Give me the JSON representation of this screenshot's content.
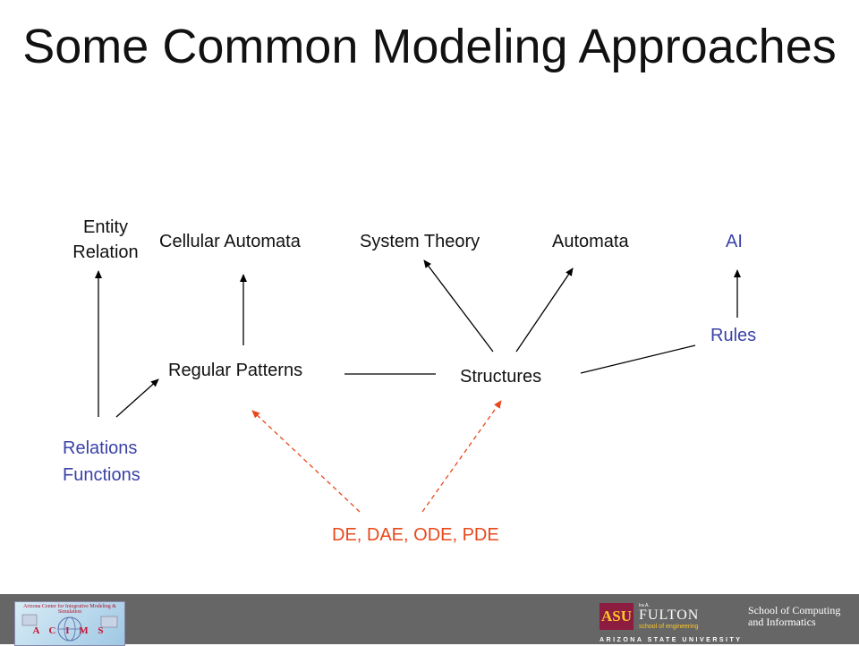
{
  "title": "Some Common Modeling Approaches",
  "nodes": {
    "entity_relation": [
      "Entity",
      "Relation"
    ],
    "cellular_automata": "Cellular Automata",
    "system_theory": "System Theory",
    "automata": "Automata",
    "ai": "AI",
    "rules": "Rules",
    "regular_patterns": "Regular Patterns",
    "structures": "Structures",
    "relations_functions": [
      "Relations",
      "Functions"
    ],
    "de_dae_ode_pde": "DE, DAE, ODE, PDE"
  },
  "colors": {
    "blue_label": "#3a42a8",
    "red_label": "#e8481b",
    "edge": "#000000",
    "dashed_edge": "#e8481b",
    "footer_bar": "#666666"
  },
  "footer": {
    "acims_logo_text": "Arizona Center for Integrative Modeling & Simulation",
    "acims_letters": "A C I M S",
    "asu_mark": "ASU",
    "fulton_prefix": "Ira A.",
    "fulton": "FULTON",
    "fulton_sub": "school of engineering",
    "asu_name": "ARIZONA STATE UNIVERSITY",
    "school": [
      "School of Computing",
      "and Informatics"
    ]
  }
}
